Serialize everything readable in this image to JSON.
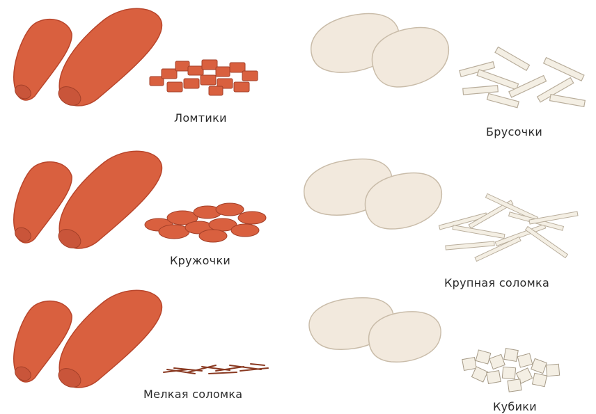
{
  "colors": {
    "carrot": "#d9603f",
    "carrot_dark": "#b8452b",
    "carrot_cut": "#c9553a",
    "potato": "#f2e9dd",
    "potato_shadow": "#ddd0bf",
    "stick": "#f4efe4",
    "stick_edge": "#b8ad9b",
    "text": "#2a2a2a"
  },
  "panels": [
    {
      "ingredient": "carrot",
      "cut": "slices",
      "caption": "Ломтики"
    },
    {
      "ingredient": "potato",
      "cut": "bars",
      "caption": "Брусочки"
    },
    {
      "ingredient": "carrot",
      "cut": "rounds",
      "caption": "Кружочки"
    },
    {
      "ingredient": "potato",
      "cut": "large-julienne",
      "caption": "Крупная соломка"
    },
    {
      "ingredient": "carrot",
      "cut": "fine-julienne",
      "caption": "Мелкая соломка"
    },
    {
      "ingredient": "potato",
      "cut": "cubes",
      "caption": "Кубики"
    }
  ]
}
